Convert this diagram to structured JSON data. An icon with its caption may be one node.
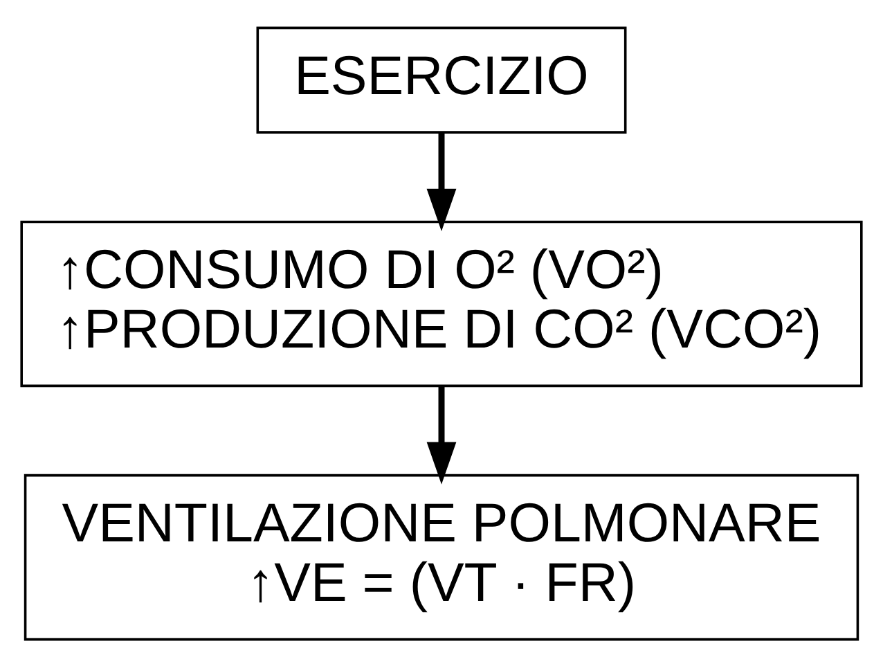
{
  "diagram": {
    "nodes": [
      {
        "text": [
          "ESERCIZIO"
        ]
      },
      {
        "text": [
          "↑CONSUMO DI O² (VO²)",
          "↑PRODUZIONE DI CO² (VCO²)"
        ]
      },
      {
        "text": [
          "VENTILAZIONE POLMONARE",
          "↑VE = (VT · FR)"
        ]
      }
    ],
    "edges": [
      {
        "from": 0,
        "to": 1,
        "arrow": "to"
      },
      {
        "from": 1,
        "to": 2,
        "arrow": "to"
      }
    ]
  }
}
